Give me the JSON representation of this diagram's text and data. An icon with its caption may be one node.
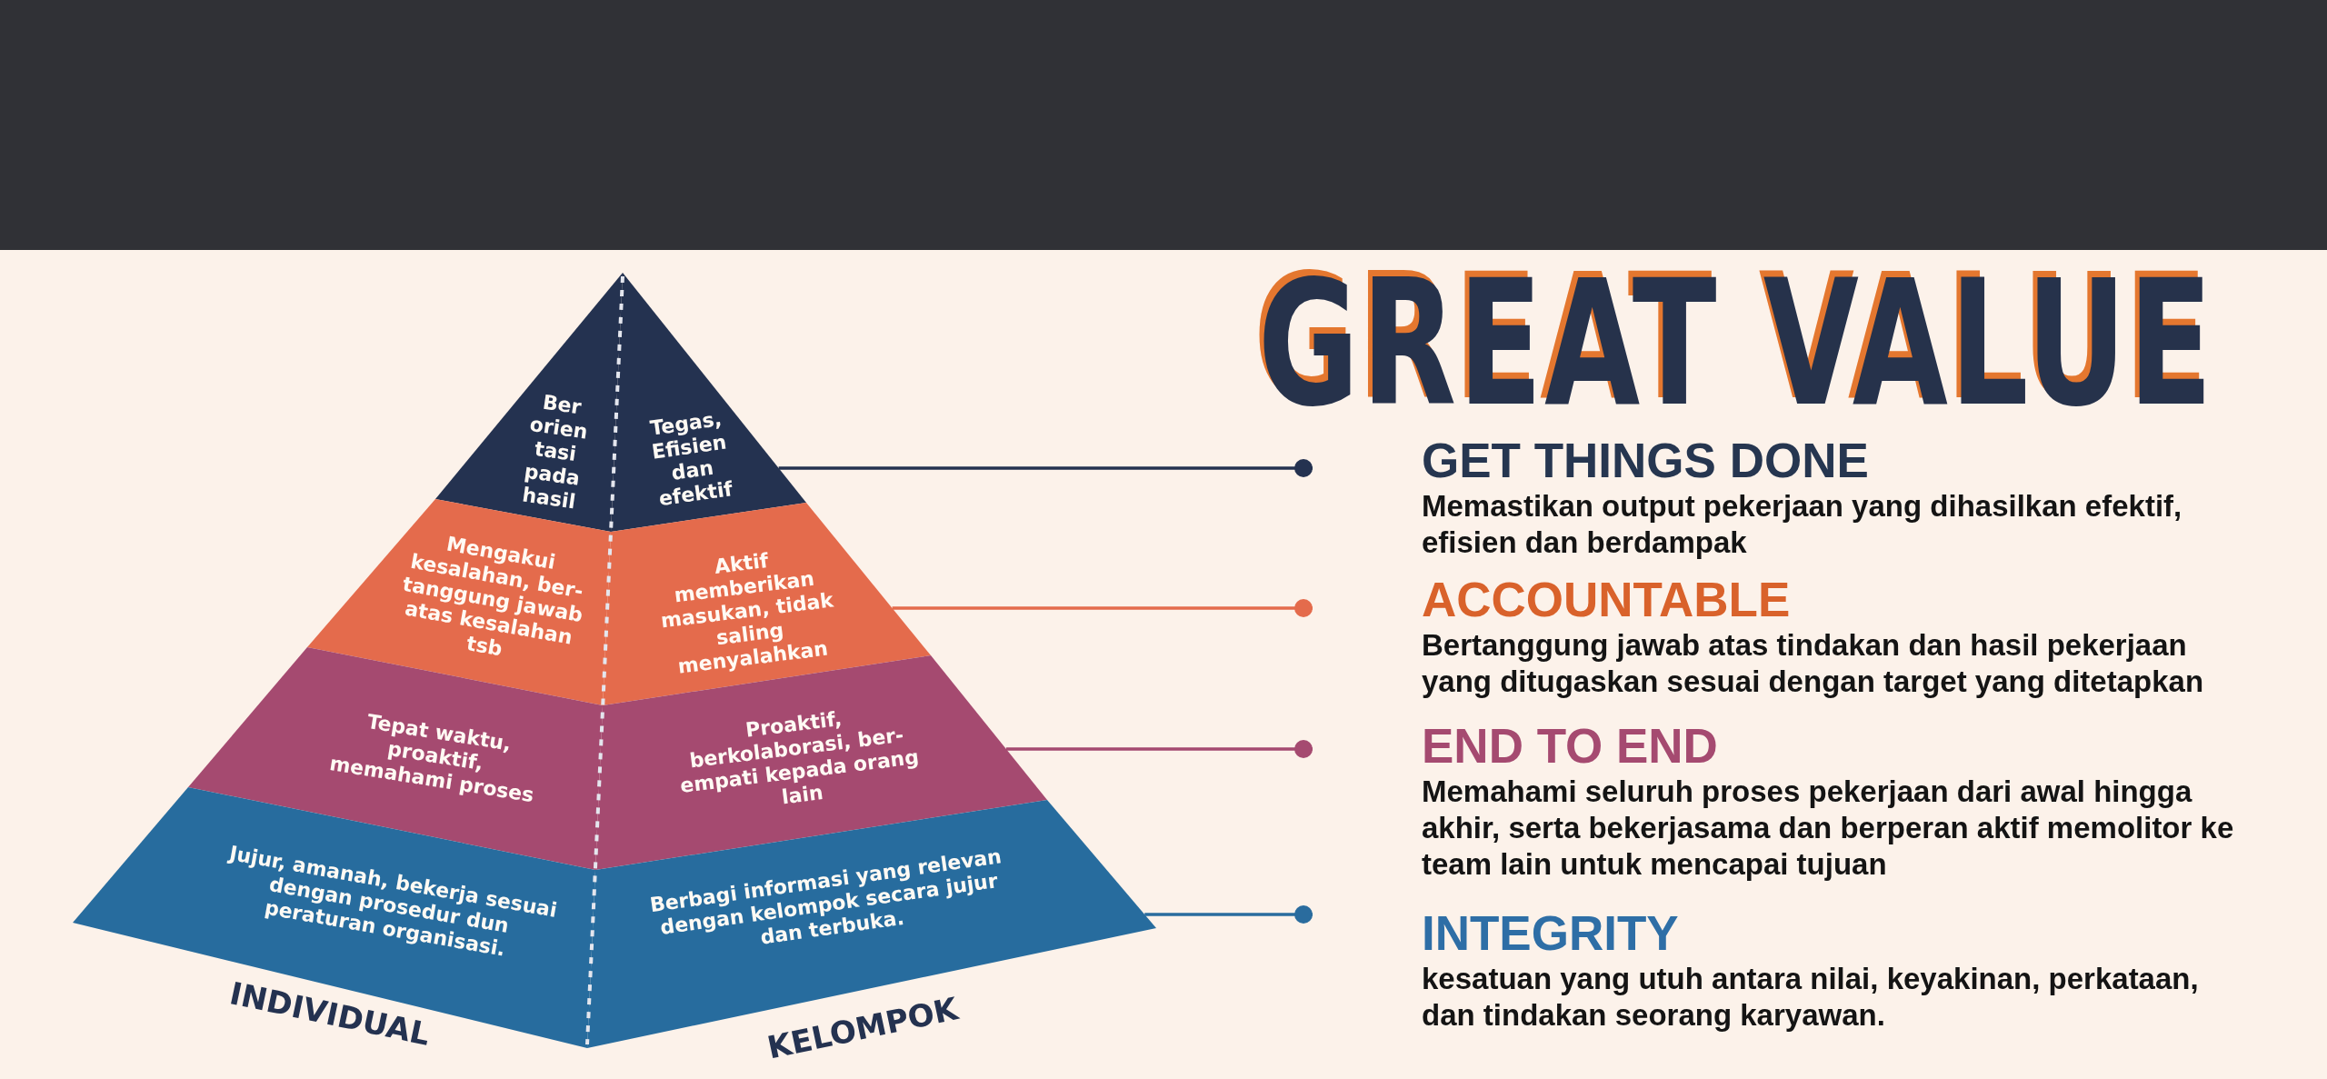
{
  "diagram": {
    "title": "GREAT VALUE",
    "nodes": [
      {
        "text": [
          "Ber orien tasi pada hasil"
        ]
      },
      {
        "text": [
          "Tegas, Efisien dan efektif"
        ]
      },
      {
        "text": [
          "Mengakui kesalahan, ber- tanggung jawab atas kesalahan tsb"
        ]
      },
      {
        "text": [
          "Aktif memberikan masukan, tidak saling menyalahkan"
        ]
      },
      {
        "text": [
          "Tepat waktu, proaktif, memahami proses"
        ]
      },
      {
        "text": [
          "Proaktif, berkolaborasi, ber- empati kepada orang lain"
        ]
      },
      {
        "text": [
          "Jujur, amanah, bekerja sesuai dengan prosedur dun peraturan organisasi."
        ]
      },
      {
        "text": [
          "Berbagi informasi yang relevan dengan kelompok secara jujur dan terbuka."
        ]
      },
      {
        "text": [
          "GET THINGS DONE",
          "Memastikan output pekerjaan yang dihasilkan efektif, efisien dan berdampak"
        ]
      },
      {
        "text": [
          "ACCOUNTABLE",
          "Bertanggung jawab atas tindakan dan hasil pekerjaan yang ditugaskan sesuai dengan target yang ditetapkan"
        ]
      },
      {
        "text": [
          "END TO END",
          "Memahami seluruh proses pekerjaan dari awal hingga akhir, serta bekerjasama dan berperan aktif memolitor ke team lain untuk mencapai tujuan"
        ]
      },
      {
        "text": [
          "INTEGRITY",
          "kesatuan yang utuh antara nilai, keyakinan, perkataan, dan tindakan seorang karyawan."
        ]
      }
    ],
    "edges": [
      {
        "from": 1,
        "to": 8,
        "arrow": "other",
        "color": "#243250"
      },
      {
        "from": 3,
        "to": 9,
        "arrow": "other",
        "color": "#e46b4c"
      },
      {
        "from": 5,
        "to": 10,
        "arrow": "other",
        "color": "#a54a70"
      },
      {
        "from": 7,
        "to": 11,
        "arrow": "other",
        "color": "#2a6c9e"
      }
    ],
    "labels": [
      "INDIVIDUAL",
      "KELOMPOK"
    ]
  }
}
